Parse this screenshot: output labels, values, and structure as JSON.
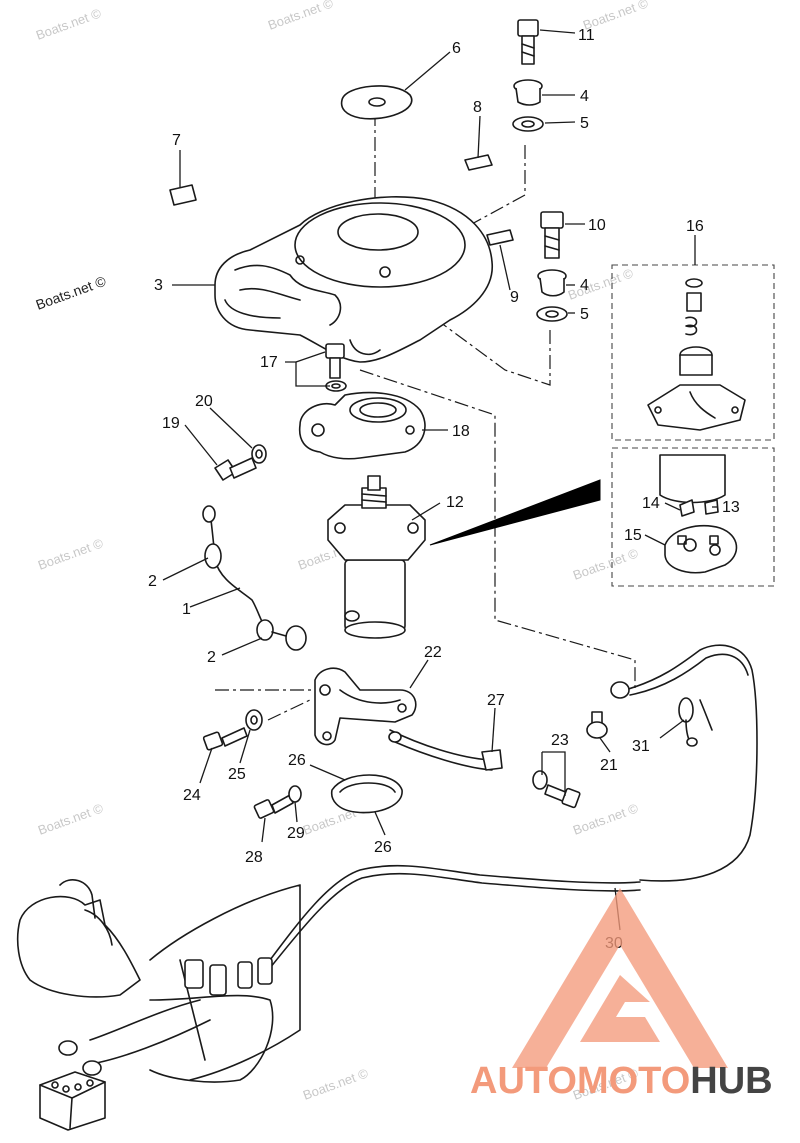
{
  "watermark": {
    "text": "Boats.net ©",
    "primary": "Boats.net ©"
  },
  "part_labels": {
    "p1": "1",
    "p2a": "2",
    "p2b": "2",
    "p3": "3",
    "p4a": "4",
    "p4b": "4",
    "p5a": "5",
    "p5b": "5",
    "p6": "6",
    "p7": "7",
    "p8": "8",
    "p9": "9",
    "p10": "10",
    "p11": "11",
    "p12": "12",
    "p13": "13",
    "p14": "14",
    "p15": "15",
    "p16": "16",
    "p17": "17",
    "p18": "18",
    "p19": "19",
    "p20": "20",
    "p21": "21",
    "p22": "22",
    "p23": "23",
    "p24": "24",
    "p25": "25",
    "p26a": "26",
    "p26b": "26",
    "p27": "27",
    "p28": "28",
    "p29": "29",
    "p30": "30",
    "p31": "31"
  },
  "logo": {
    "part1": "AUTOMOTO",
    "part2": "HUB",
    "accent_color": "#f39a7b",
    "dark_color": "#444444"
  }
}
